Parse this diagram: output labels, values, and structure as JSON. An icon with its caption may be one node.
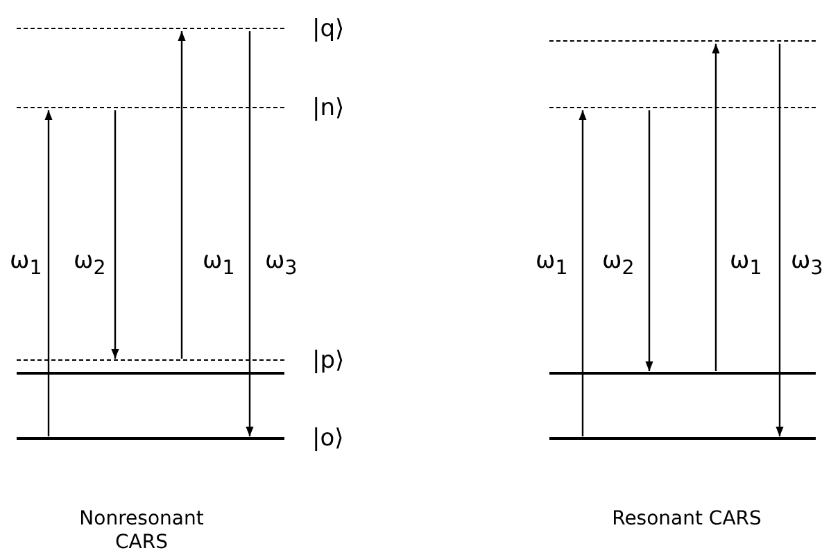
{
  "diagram": {
    "nodes": [
      {
        "text": [],
        "shape": "line",
        "beside": [
          "|q⟩"
        ]
      },
      {
        "text": [],
        "shape": "line",
        "beside": [
          "|n⟩"
        ]
      },
      {
        "text": [],
        "shape": "line",
        "beside": [
          "|p⟩"
        ]
      },
      {
        "text": [],
        "shape": "line"
      },
      {
        "text": [],
        "shape": "line",
        "beside": [
          "|o⟩"
        ]
      },
      {
        "text": [],
        "shape": "line"
      },
      {
        "text": [],
        "shape": "line"
      },
      {
        "text": [],
        "shape": "line"
      },
      {
        "text": [],
        "shape": "line"
      }
    ],
    "edges": [
      {
        "from": 4,
        "to": 1,
        "arrow": "to",
        "label": "ω$_{1}$"
      },
      {
        "from": 1,
        "to": 2,
        "arrow": "to",
        "label": "ω$_{2}$"
      },
      {
        "from": 2,
        "to": 0,
        "arrow": "to",
        "label": "ω$_{1}$"
      },
      {
        "from": 0,
        "to": 4,
        "arrow": "to",
        "label": "ω$_{3}$"
      },
      {
        "from": 8,
        "to": 6,
        "arrow": "to",
        "label": "ω$_{1}$"
      },
      {
        "from": 6,
        "to": 7,
        "arrow": "to",
        "label": "ω$_{2}$"
      },
      {
        "from": 7,
        "to": 5,
        "arrow": "to",
        "label": "ω$_{1}$"
      },
      {
        "from": 5,
        "to": 8,
        "arrow": "to",
        "label": "ω$_{3}$"
      }
    ],
    "labels": [
      "Nonresonant CARS",
      "Resonant CARS"
    ]
  }
}
